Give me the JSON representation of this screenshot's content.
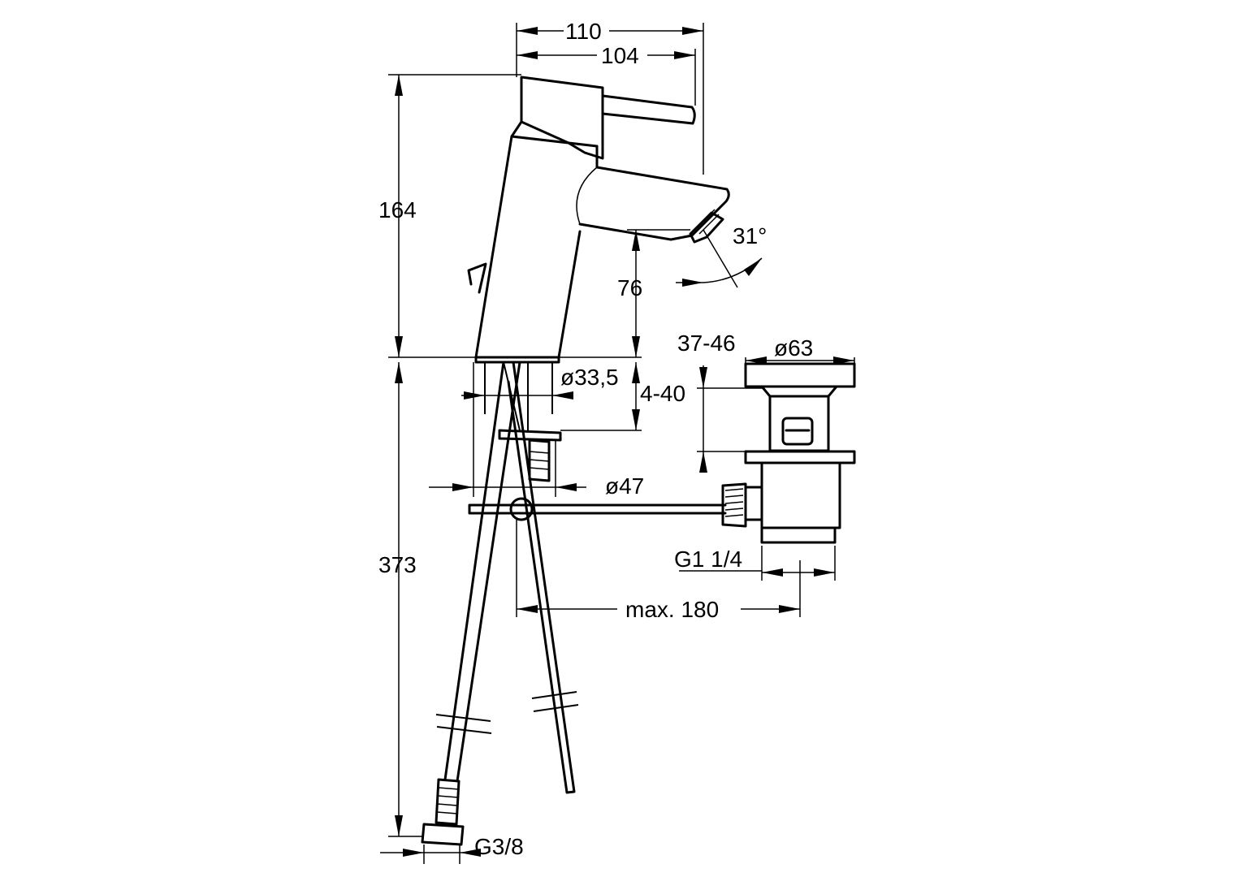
{
  "dimensions": {
    "width_overall": "110",
    "width_spout": "104",
    "height_total": "164",
    "spout_height": "76",
    "spout_angle": "31°",
    "base_diameter": "ø33,5",
    "mount_thickness": "4-40",
    "washer_diameter": "ø47",
    "hose_length": "373",
    "hose_thread": "G3/8",
    "waste_range": "37-46",
    "waste_diameter": "ø63",
    "waste_thread": "G1 1/4",
    "pull_rod_length": "max. 180"
  }
}
